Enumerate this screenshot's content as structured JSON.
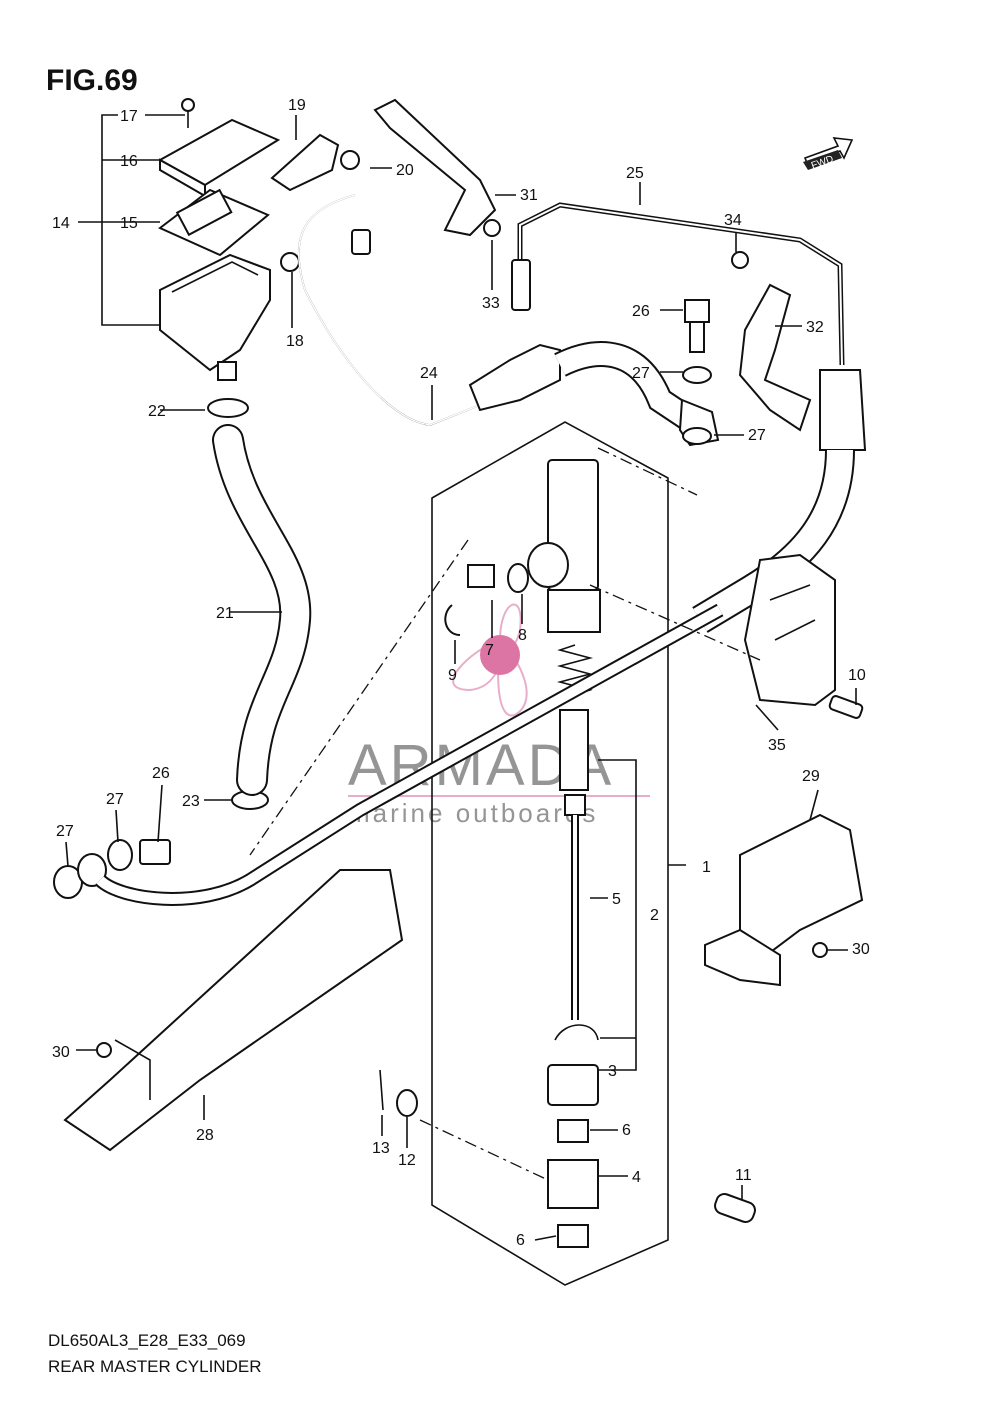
{
  "figure": {
    "title": "FIG.69",
    "code": "DL650AL3_E28_E33_069",
    "name": "REAR MASTER CYLINDER",
    "fwd_label": "FWD"
  },
  "watermark": {
    "brand": "ARMADA",
    "tagline": "marine outboards",
    "colors": {
      "brand": "#8a8a8a",
      "logo": "#e6a6c4",
      "logo_center": "#d9679a"
    }
  },
  "callouts": [
    "1",
    "2",
    "3",
    "4",
    "5",
    "6",
    "6",
    "7",
    "8",
    "9",
    "10",
    "11",
    "12",
    "13",
    "14",
    "15",
    "16",
    "17",
    "18",
    "19",
    "20",
    "21",
    "22",
    "23",
    "24",
    "25",
    "26",
    "26",
    "27",
    "27",
    "27",
    "27",
    "28",
    "29",
    "30",
    "30",
    "31",
    "32",
    "33",
    "34",
    "35"
  ]
}
